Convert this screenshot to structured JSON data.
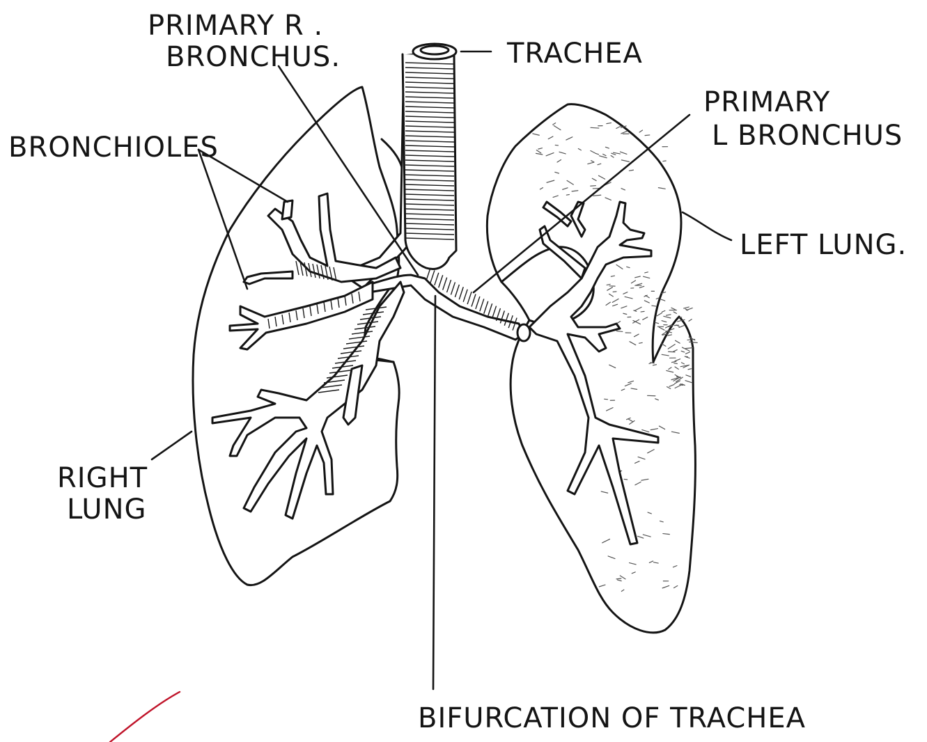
{
  "labels": {
    "primary_r_line1": "PRIMARY R .",
    "primary_r_line2": "BRONCHUS.",
    "trachea": "TRACHEA",
    "primary_l_line1": "PRIMARY",
    "primary_l_line2": "L BRONCHUS",
    "bronchioles": "BRONCHIOLES",
    "left_lung": "LEFT LUNG.",
    "right_lung_line1": "RIGHT",
    "right_lung_line2": "LUNG",
    "bifurcation": "BIFURCATION OF TRACHEA"
  },
  "colors": {
    "ink": "#141414",
    "paper": "#ffffff",
    "margin_mark": "#c0142a"
  }
}
